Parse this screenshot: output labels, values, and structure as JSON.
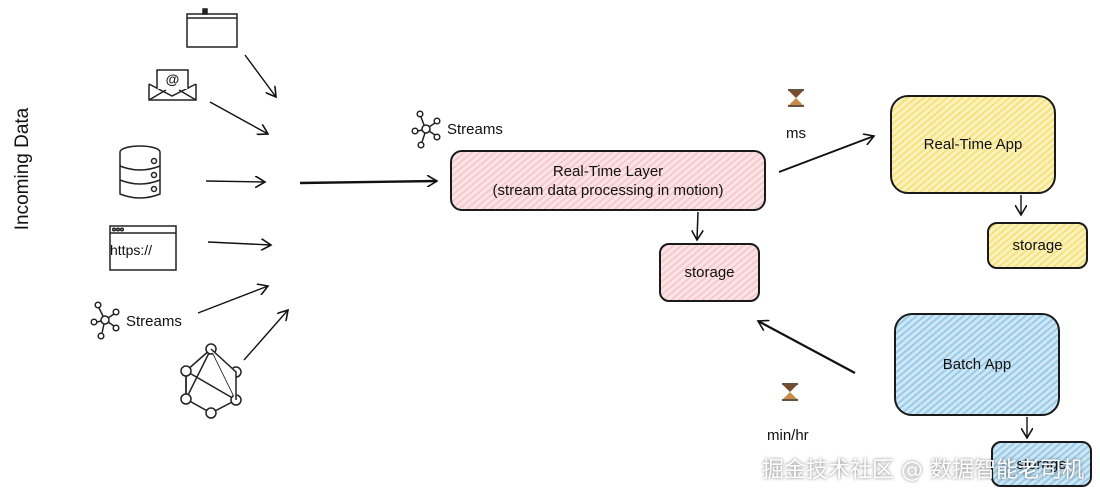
{
  "side_title": "Incoming Data",
  "sources": {
    "https_label": "https://",
    "streams_label": "Streams"
  },
  "center": {
    "streams_label": "Streams",
    "realtime_layer_line1": "Real-Time Layer",
    "realtime_layer_line2": "(stream data processing in motion)",
    "storage": "storage"
  },
  "right": {
    "ms_label": "ms",
    "realtime_app": "Real-Time App",
    "realtime_storage": "storage",
    "batch_app": "Batch App",
    "batch_storage": "storage",
    "minhr_label": "min/hr"
  },
  "watermark": "掘金技术社区 @ 数据智能老司机",
  "colors": {
    "pink": "#f7c9cd",
    "yellow": "#f5e27d",
    "blue": "#98cbe8",
    "hourglass": "#7a4a2a"
  }
}
